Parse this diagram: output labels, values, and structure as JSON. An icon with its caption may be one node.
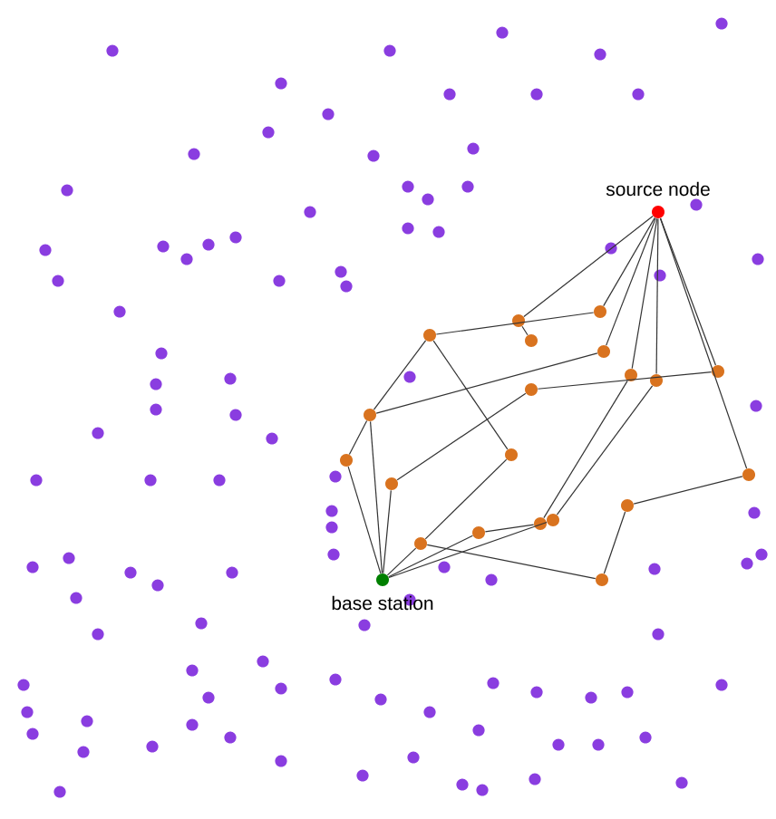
{
  "diagram": {
    "nodes": [
      {
        "text": [
          "source node"
        ]
      },
      {
        "text": [
          "base station"
        ]
      },
      {
        "text": [],
        "shape": "circle"
      },
      {
        "text": [],
        "shape": "circle"
      },
      {
        "text": [],
        "shape": "circle"
      },
      {
        "text": [],
        "shape": "circle"
      },
      {
        "text": [],
        "shape": "circle"
      },
      {
        "text": [],
        "shape": "circle"
      },
      {
        "text": [],
        "shape": "circle"
      },
      {
        "text": [],
        "shape": "circle"
      },
      {
        "text": [],
        "shape": "circle"
      },
      {
        "text": [],
        "shape": "circle"
      },
      {
        "text": [],
        "shape": "circle"
      },
      {
        "text": [],
        "shape": "circle"
      },
      {
        "text": [],
        "shape": "circle"
      },
      {
        "text": [],
        "shape": "circle"
      },
      {
        "text": [],
        "shape": "circle"
      },
      {
        "text": [],
        "shape": "circle"
      },
      {
        "text": [],
        "shape": "circle"
      },
      {
        "text": [],
        "shape": "circle"
      },
      {
        "text": [],
        "shape": "circle"
      },
      {
        "text": [],
        "shape": "circle"
      }
    ],
    "edges": [
      {
        "from": 0,
        "to": 3,
        "arrow": "none"
      },
      {
        "from": 3,
        "to": 5,
        "arrow": "none"
      },
      {
        "from": 0,
        "to": 2,
        "arrow": "none"
      },
      {
        "from": 2,
        "to": 4,
        "arrow": "none"
      },
      {
        "from": 4,
        "to": 12,
        "arrow": "none"
      },
      {
        "from": 12,
        "to": 1,
        "arrow": "none"
      },
      {
        "from": 4,
        "to": 15,
        "arrow": "none"
      },
      {
        "from": 15,
        "to": 20,
        "arrow": "none"
      },
      {
        "from": 20,
        "to": 1,
        "arrow": "none"
      },
      {
        "from": 0,
        "to": 6,
        "arrow": "none"
      },
      {
        "from": 6,
        "to": 12,
        "arrow": "none"
      },
      {
        "from": 12,
        "to": 13,
        "arrow": "none"
      },
      {
        "from": 13,
        "to": 1,
        "arrow": "none"
      },
      {
        "from": 0,
        "to": 10,
        "arrow": "none"
      },
      {
        "from": 10,
        "to": 8,
        "arrow": "none"
      },
      {
        "from": 8,
        "to": 14,
        "arrow": "none"
      },
      {
        "from": 14,
        "to": 1,
        "arrow": "none"
      },
      {
        "from": 0,
        "to": 7,
        "arrow": "none"
      },
      {
        "from": 7,
        "to": 18,
        "arrow": "none"
      },
      {
        "from": 18,
        "to": 1,
        "arrow": "none"
      },
      {
        "from": 0,
        "to": 9,
        "arrow": "none"
      },
      {
        "from": 9,
        "to": 17,
        "arrow": "none"
      },
      {
        "from": 17,
        "to": 19,
        "arrow": "none"
      },
      {
        "from": 19,
        "to": 1,
        "arrow": "none"
      },
      {
        "from": 0,
        "to": 11,
        "arrow": "none"
      },
      {
        "from": 11,
        "to": 16,
        "arrow": "none"
      },
      {
        "from": 16,
        "to": 21,
        "arrow": "none"
      },
      {
        "from": 21,
        "to": 20,
        "arrow": "none"
      }
    ]
  }
}
